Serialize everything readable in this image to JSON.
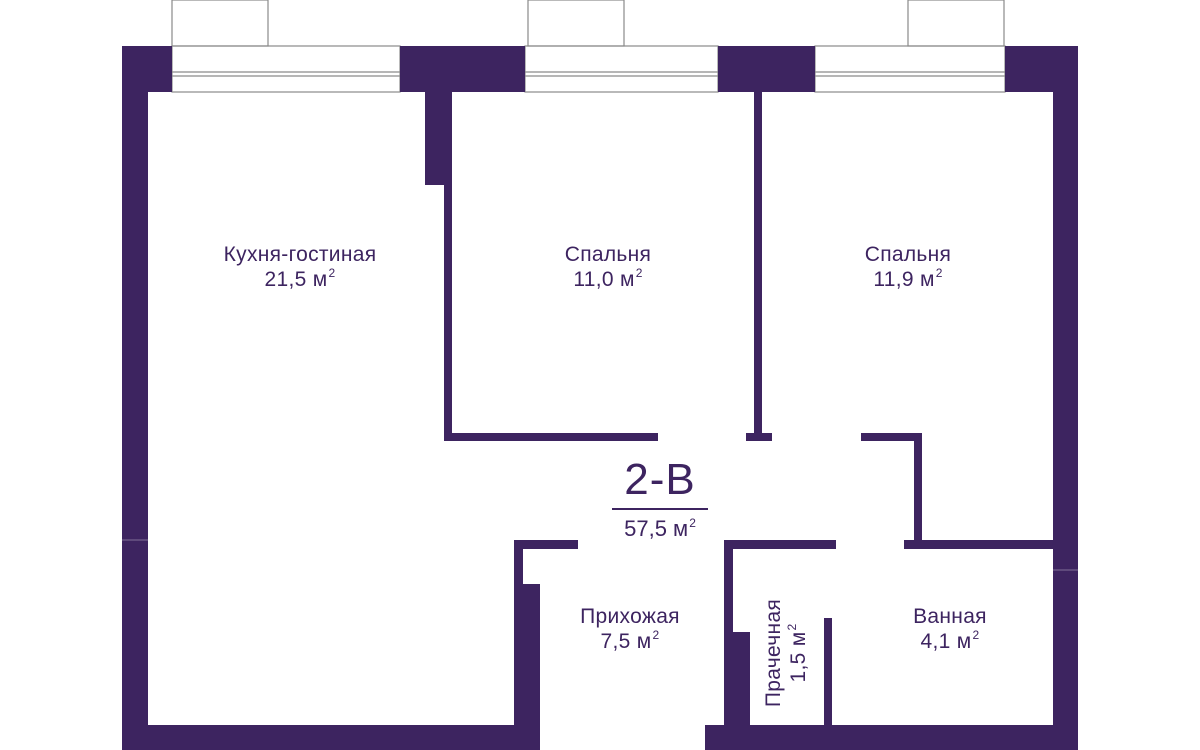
{
  "apartment": {
    "code": "2-В",
    "total_area": "57,5 м",
    "area_superscript": "2"
  },
  "rooms": [
    {
      "id": "kitchen-living",
      "name": "Кухня-гостиная",
      "area": "21,5 м",
      "sup": "2"
    },
    {
      "id": "bedroom-1",
      "name": "Спальня",
      "area": "11,0 м",
      "sup": "2"
    },
    {
      "id": "bedroom-2",
      "name": "Спальня",
      "area": "11,9 м",
      "sup": "2"
    },
    {
      "id": "hallway",
      "name": "Прихожая",
      "area": "7,5 м",
      "sup": "2"
    },
    {
      "id": "laundry",
      "name": "Прачечная",
      "area": "1,5 м",
      "sup": "2"
    },
    {
      "id": "bathroom",
      "name": "Ванная",
      "area": "4,1 м",
      "sup": "2"
    }
  ],
  "colors": {
    "wall": "#3d2460",
    "text": "#3d2460",
    "background": "#ffffff",
    "window_line": "#8a8a8a"
  }
}
